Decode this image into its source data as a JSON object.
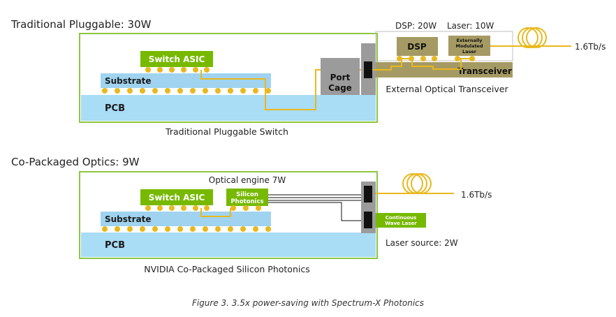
{
  "top": {
    "heading": "Traditional Pluggable: 30W",
    "dsp_power": "DSP: 20W",
    "laser_power": "Laser: 10W",
    "switch_asic": "Switch ASIC",
    "substrate": "Substrate",
    "pcb": "PCB",
    "port_cage_line1": "Port",
    "port_cage_line2": "Cage",
    "dsp": "DSP",
    "eml_line1": "Externally",
    "eml_line2": "Modulated",
    "eml_line3": "Laser",
    "transceiver": "Transceiver",
    "external_label": "External Optical Transceiver",
    "rate": "1.6Tb/s",
    "caption": "Traditional Pluggable Switch"
  },
  "bottom": {
    "heading": "Co-Packaged Optics: 9W",
    "optical_engine": "Optical engine 7W",
    "switch_asic": "Switch ASIC",
    "silicon_line1": "Silicon",
    "silicon_line2": "Photonics",
    "substrate": "Substrate",
    "pcb": "PCB",
    "cw_line1": "Continuous",
    "cw_line2": "Wave Laser",
    "laser_source": "Laser source: 2W",
    "rate": "1.6Tb/s",
    "caption": "NVIDIA Co-Packaged Silicon Photonics"
  },
  "figure_caption": "Figure 3. 3.5x power-saving with Spectrum-X Photonics",
  "colors": {
    "green": "#76b900",
    "frame_green": "#8cc63f",
    "substrate_blue": "#9fd3f0",
    "pcb_blue": "#a9dcf5",
    "gold": "#e8b81e",
    "olive": "#a59a63",
    "gray": "#9b9b9b",
    "black": "#111111"
  }
}
